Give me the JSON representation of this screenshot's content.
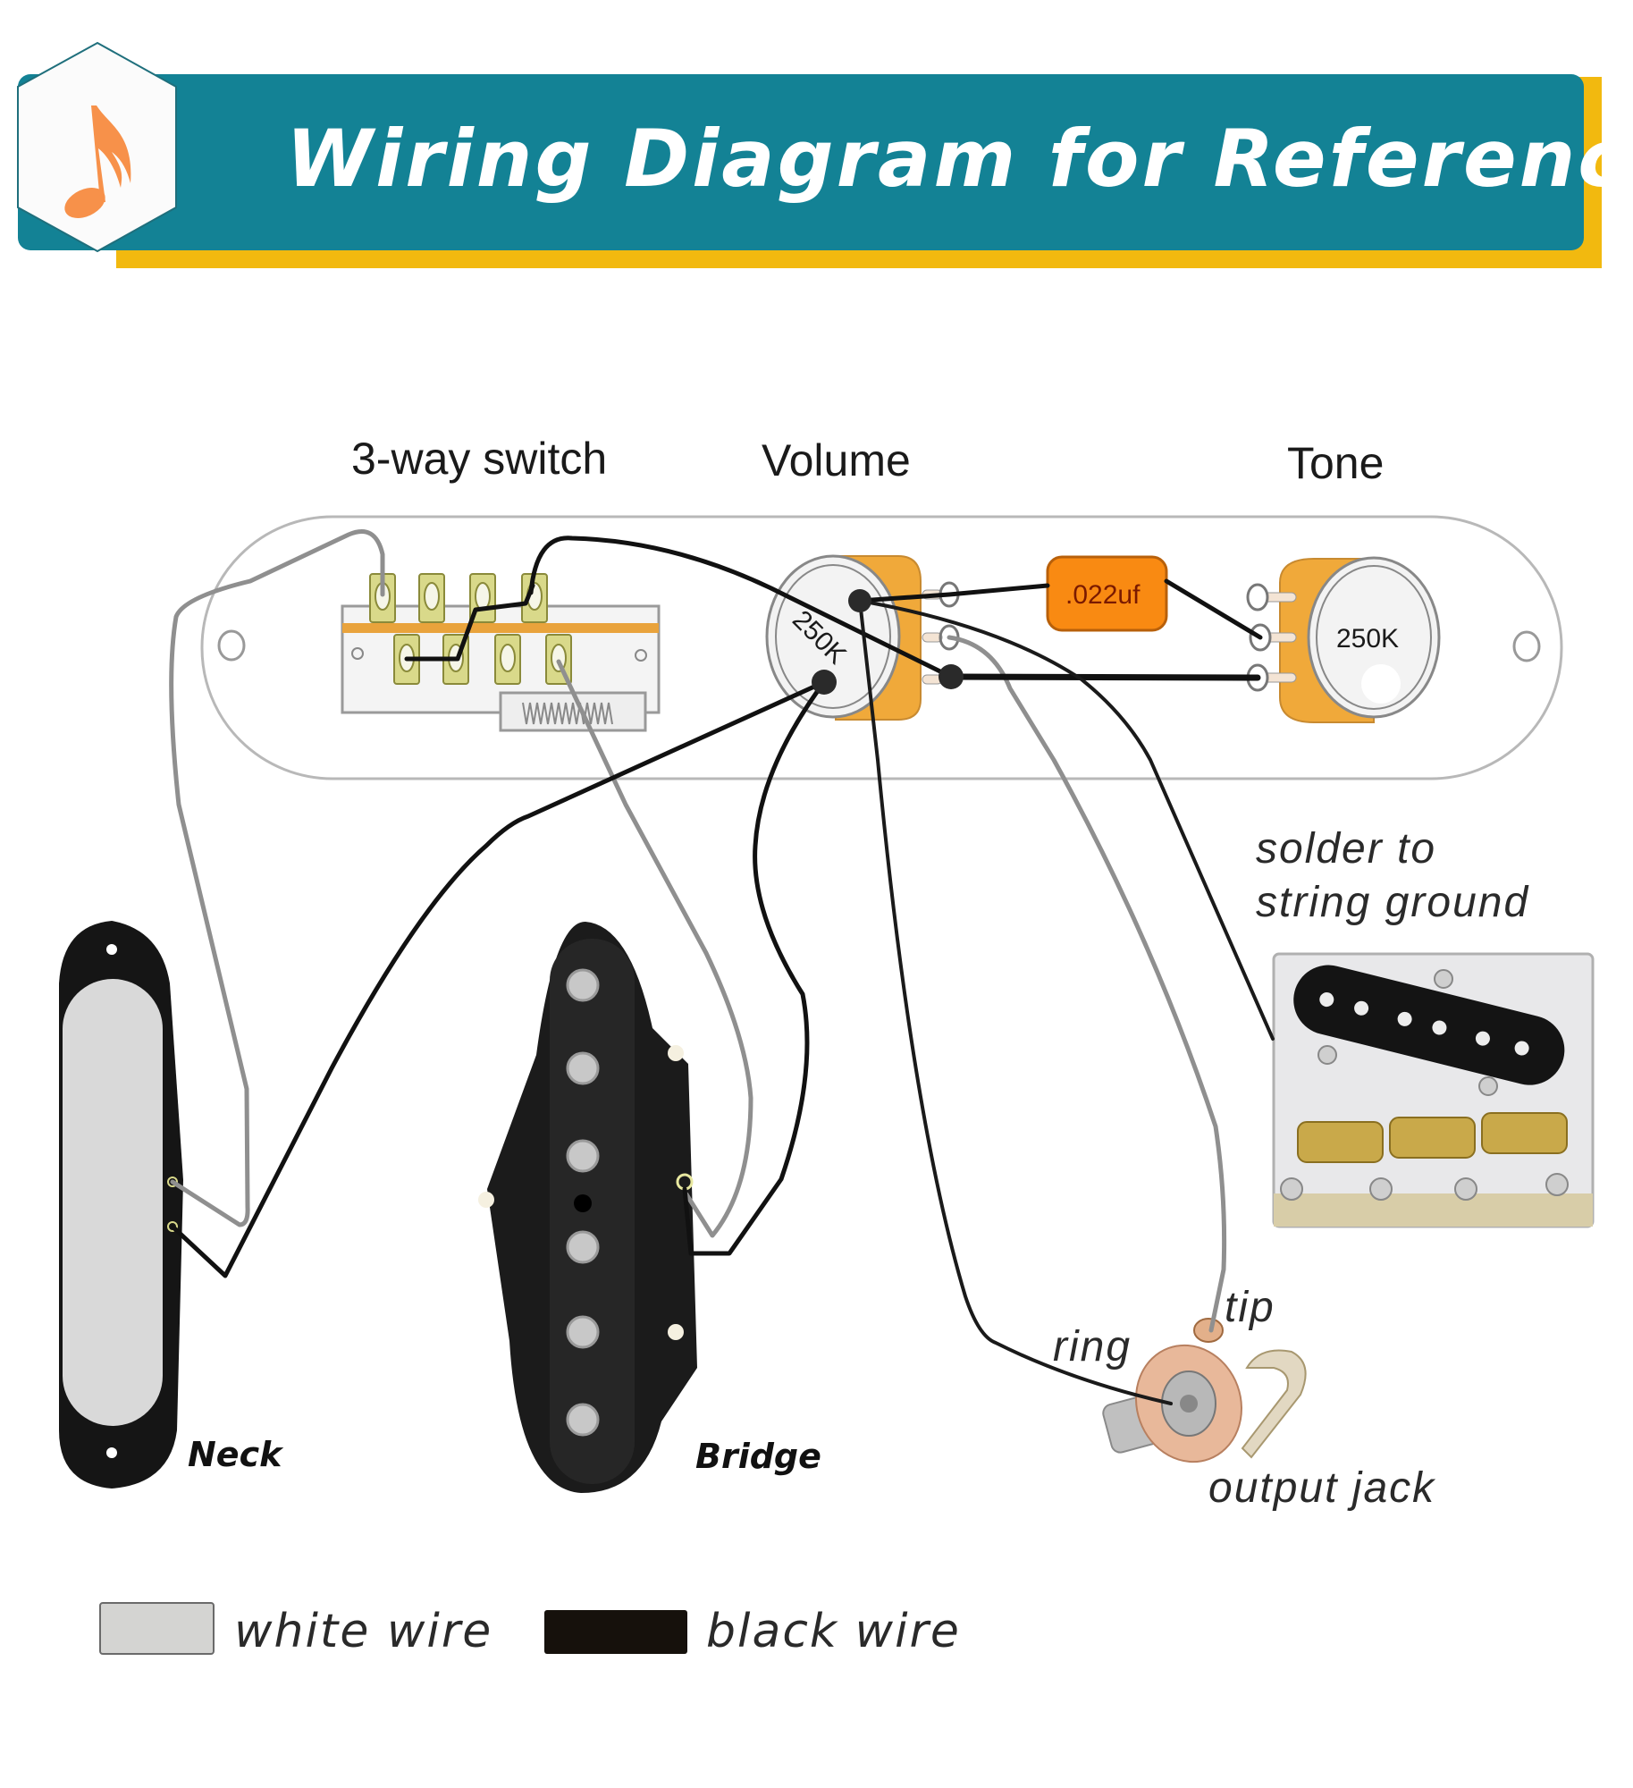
{
  "header": {
    "title": "Wiring Diagram for Reference",
    "icon": "music-note-icon",
    "colors": {
      "banner": "#138295",
      "accent_bar": "#f2b90f",
      "note": "#f7914a"
    }
  },
  "components": {
    "switch_label": "3-way switch",
    "volume_label": "Volume",
    "tone_label": "Tone",
    "volume_pot_value": "250K",
    "tone_pot_value": "250K",
    "capacitor_value": ".022uf"
  },
  "pickups": {
    "neck_label": "Neck",
    "bridge_label": "Bridge"
  },
  "annotations": {
    "ground_line1": "solder to",
    "ground_line2": "string ground",
    "jack_ring": "ring",
    "jack_tip": "tip",
    "jack_label": "output jack"
  },
  "legend": {
    "items": [
      {
        "label": "white wire",
        "color": "#d4d4d2"
      },
      {
        "label": "black wire",
        "color": "#16110c"
      }
    ]
  }
}
